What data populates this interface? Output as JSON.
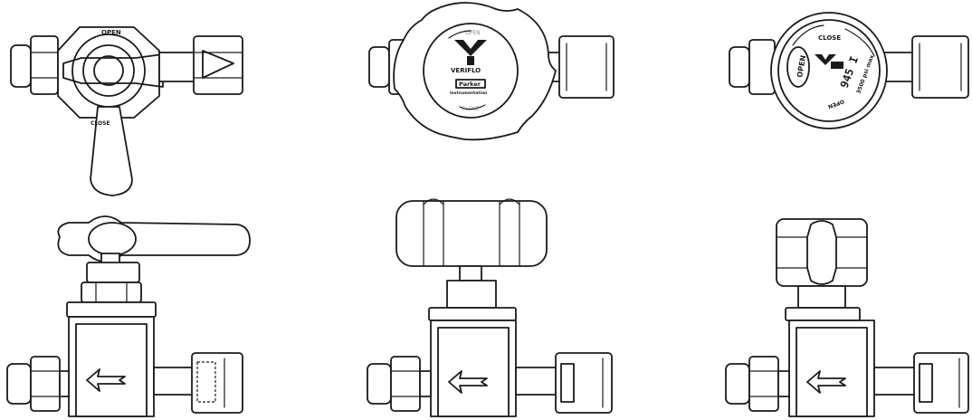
{
  "dial_small": {
    "open_mark": "OPEN",
    "close_mark": "CLOSE"
  },
  "knob_face": {
    "brand": "VERIFLO",
    "maker": "Parker",
    "division": "Instrumentation"
  },
  "round_face": {
    "open_left": "OPEN",
    "close_top": "CLOSE",
    "open_bottom": "OPEN",
    "model": "945 I",
    "rating": "3500 psi max."
  },
  "colors": {
    "line": "#1a1a1a",
    "background": "#ffffff"
  }
}
